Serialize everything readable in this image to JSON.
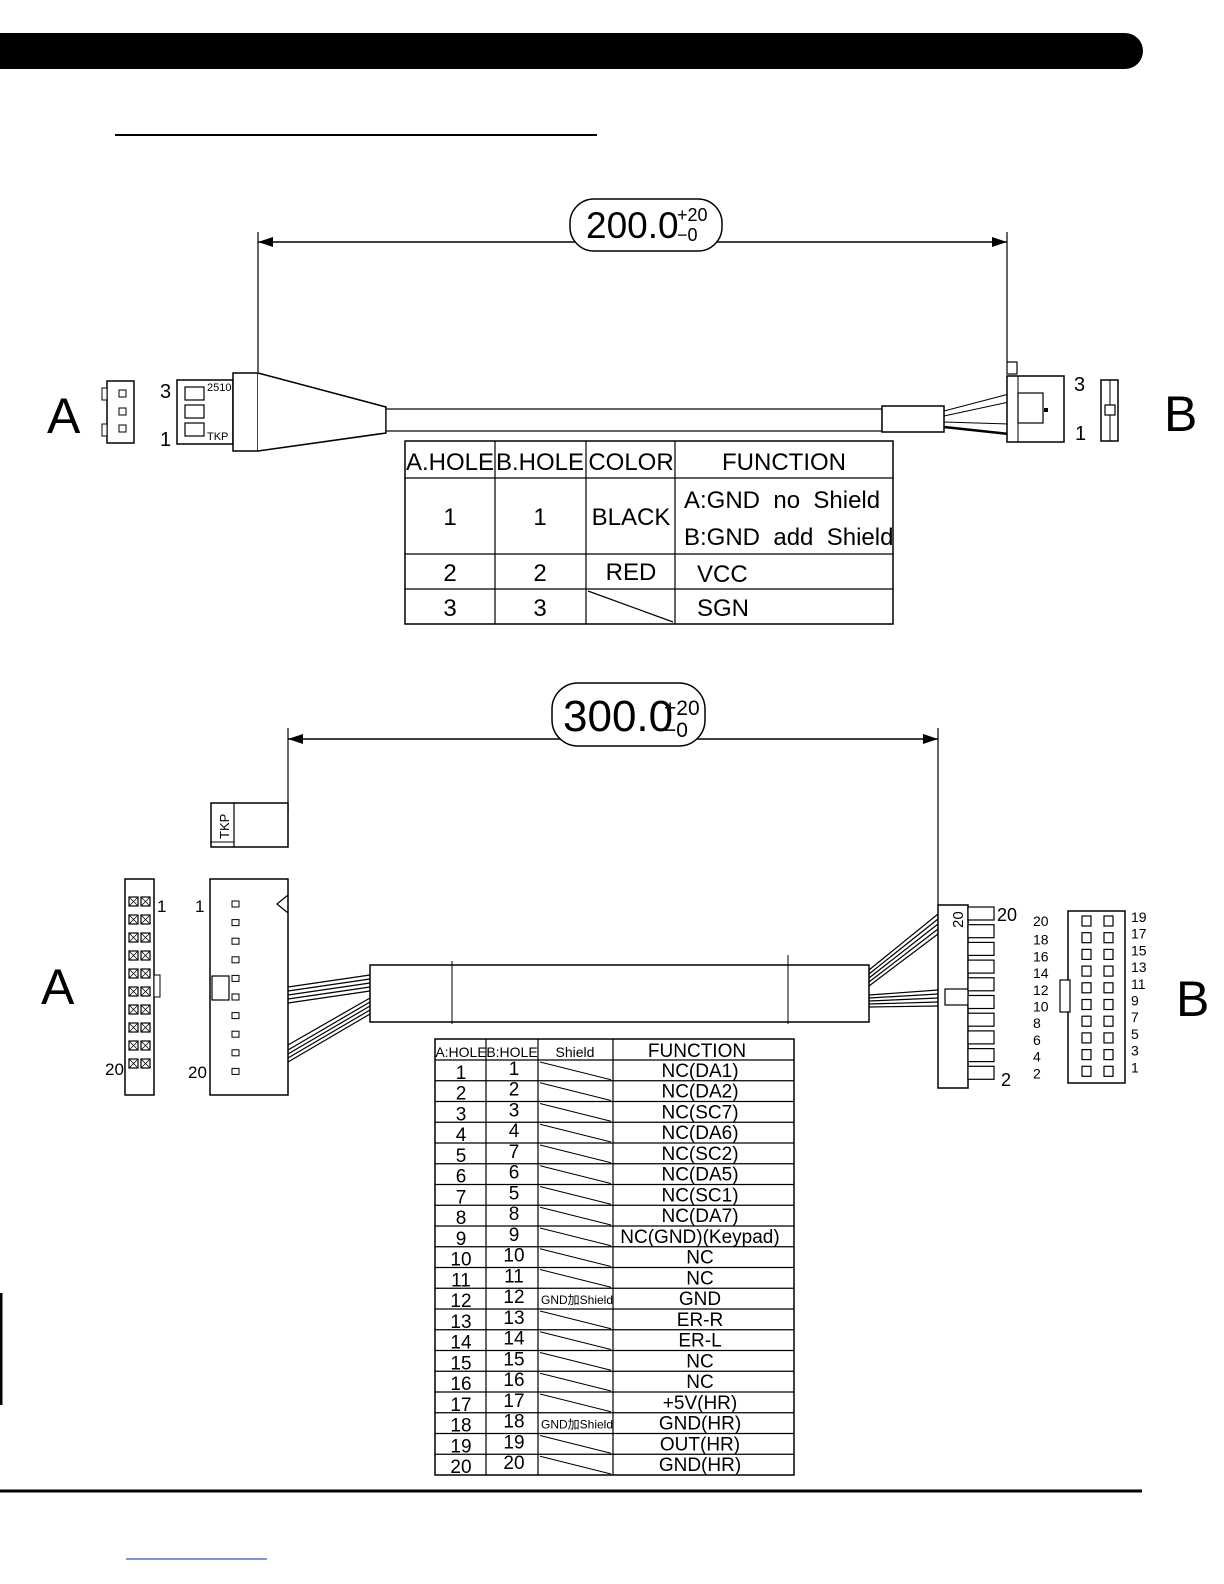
{
  "cable1": {
    "dimension": {
      "value": "200.0",
      "tol_plus": "+20",
      "tol_minus": "−0"
    },
    "end_a": {
      "label": "A",
      "pin_top": "3",
      "pin_bottom": "1",
      "code_top": "2510",
      "code_bottom": "TKP"
    },
    "end_b": {
      "label": "B",
      "pin_top": "3",
      "pin_bottom": "1"
    },
    "table": {
      "headers": [
        "A.HOLE",
        "B.HOLE",
        "COLOR",
        "FUNCTION"
      ],
      "rows": [
        {
          "a": "1",
          "b": "1",
          "color": "BLACK",
          "function": [
            "A:GND  no  Shield",
            "B:GND  add  Shield"
          ]
        },
        {
          "a": "2",
          "b": "2",
          "color": "RED",
          "function": [
            "VCC"
          ]
        },
        {
          "a": "3",
          "b": "3",
          "color": "",
          "function": [
            "SGN"
          ]
        }
      ]
    }
  },
  "cable2": {
    "dimension": {
      "value": "300.0",
      "tol_plus": "+20",
      "tol_minus": "−0"
    },
    "tag": "TKP",
    "end_a": {
      "label": "A",
      "face_first": "1",
      "face_last": "20",
      "side_first": "1",
      "side_last": "20"
    },
    "end_b": {
      "label": "B",
      "side_top": "20",
      "side_bottom": "2",
      "side_mark": "20",
      "left_pins": [
        "20",
        "18",
        "16",
        "14",
        "12",
        "10",
        "8",
        "6",
        "4",
        "2"
      ],
      "right_pins": [
        "19",
        "17",
        "15",
        "13",
        "11",
        "9",
        "7",
        "5",
        "3",
        "1"
      ]
    },
    "table": {
      "headers": [
        "A:HOLE",
        "B:HOLE",
        "Shield",
        "FUNCTION"
      ],
      "rows": [
        {
          "a": "1",
          "b": "1",
          "shield": "",
          "function": "NC(DA1)"
        },
        {
          "a": "2",
          "b": "2",
          "shield": "",
          "function": "NC(DA2)"
        },
        {
          "a": "3",
          "b": "3",
          "shield": "",
          "function": "NC(SC7)"
        },
        {
          "a": "4",
          "b": "4",
          "shield": "",
          "function": "NC(DA6)"
        },
        {
          "a": "5",
          "b": "7",
          "shield": "",
          "function": "NC(SC2)"
        },
        {
          "a": "6",
          "b": "6",
          "shield": "",
          "function": "NC(DA5)"
        },
        {
          "a": "7",
          "b": "5",
          "shield": "",
          "function": "NC(SC1)"
        },
        {
          "a": "8",
          "b": "8",
          "shield": "",
          "function": "NC(DA7)"
        },
        {
          "a": "9",
          "b": "9",
          "shield": "",
          "function": "NC(GND)(Keypad)"
        },
        {
          "a": "10",
          "b": "10",
          "shield": "",
          "function": "NC"
        },
        {
          "a": "11",
          "b": "11",
          "shield": "",
          "function": "NC"
        },
        {
          "a": "12",
          "b": "12",
          "shield": "GND加Shield",
          "function": "GND"
        },
        {
          "a": "13",
          "b": "13",
          "shield": "",
          "function": "ER-R"
        },
        {
          "a": "14",
          "b": "14",
          "shield": "",
          "function": "ER-L"
        },
        {
          "a": "15",
          "b": "15",
          "shield": "",
          "function": "NC"
        },
        {
          "a": "16",
          "b": "16",
          "shield": "",
          "function": "NC"
        },
        {
          "a": "17",
          "b": "17",
          "shield": "",
          "function": "+5V(HR)"
        },
        {
          "a": "18",
          "b": "18",
          "shield": "GND加Shield",
          "function": "GND(HR)"
        },
        {
          "a": "19",
          "b": "19",
          "shield": "",
          "function": "OUT(HR)"
        },
        {
          "a": "20",
          "b": "20",
          "shield": "",
          "function": "GND(HR)"
        }
      ]
    }
  }
}
